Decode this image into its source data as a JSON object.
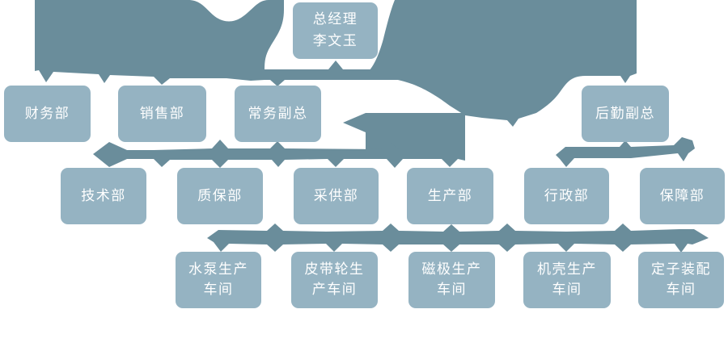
{
  "diagram": {
    "type": "org-chart",
    "title": "",
    "colors": {
      "node_fill": "#95B3C2",
      "connector": "#6A8D9B",
      "text": "#FFFFFF",
      "background": "#FFFFFF"
    },
    "nodes": [
      {
        "id": "general-manager",
        "label": "总经理 李文玉",
        "lines": [
          "总经理",
          "李文玉"
        ],
        "parent": null
      },
      {
        "id": "finance-dept",
        "label": "财务部",
        "lines": [
          "财务部"
        ],
        "parent": "general-manager"
      },
      {
        "id": "sales-dept",
        "label": "销售部",
        "lines": [
          "销售部"
        ],
        "parent": "general-manager"
      },
      {
        "id": "executive-deputy-gm",
        "label": "常务副总",
        "lines": [
          "常务副总"
        ],
        "parent": "general-manager"
      },
      {
        "id": "logistics-deputy-gm",
        "label": "后勤副总",
        "lines": [
          "后勤副总"
        ],
        "parent": "general-manager"
      },
      {
        "id": "technology-dept",
        "label": "技术部",
        "lines": [
          "技术部"
        ],
        "parent": "executive-deputy-gm"
      },
      {
        "id": "quality-dept",
        "label": "质保部",
        "lines": [
          "质保部"
        ],
        "parent": "executive-deputy-gm"
      },
      {
        "id": "procurement-dept",
        "label": "采供部",
        "lines": [
          "采供部"
        ],
        "parent": "executive-deputy-gm"
      },
      {
        "id": "production-dept",
        "label": "生产部",
        "lines": [
          "生产部"
        ],
        "parent": "executive-deputy-gm"
      },
      {
        "id": "admin-dept",
        "label": "行政部",
        "lines": [
          "行政部"
        ],
        "parent": "logistics-deputy-gm"
      },
      {
        "id": "support-dept",
        "label": "保障部",
        "lines": [
          "保障部"
        ],
        "parent": "logistics-deputy-gm"
      },
      {
        "id": "pump-workshop",
        "label": "水泵生产车间",
        "lines": [
          "水泵生产",
          "车间"
        ],
        "parent": "production-dept"
      },
      {
        "id": "pulley-workshop",
        "label": "皮带轮生产车间",
        "lines": [
          "皮带轮生",
          "产车间"
        ],
        "parent": "production-dept"
      },
      {
        "id": "magnetic-pole-workshop",
        "label": "磁极生产车间",
        "lines": [
          "磁极生产",
          "车间"
        ],
        "parent": "production-dept"
      },
      {
        "id": "casing-workshop",
        "label": "机壳生产车间",
        "lines": [
          "机壳生产",
          "车间"
        ],
        "parent": "production-dept"
      },
      {
        "id": "stator-assembly-workshop",
        "label": "定子装配车间",
        "lines": [
          "定子装配",
          "车间"
        ],
        "parent": "production-dept"
      }
    ]
  }
}
